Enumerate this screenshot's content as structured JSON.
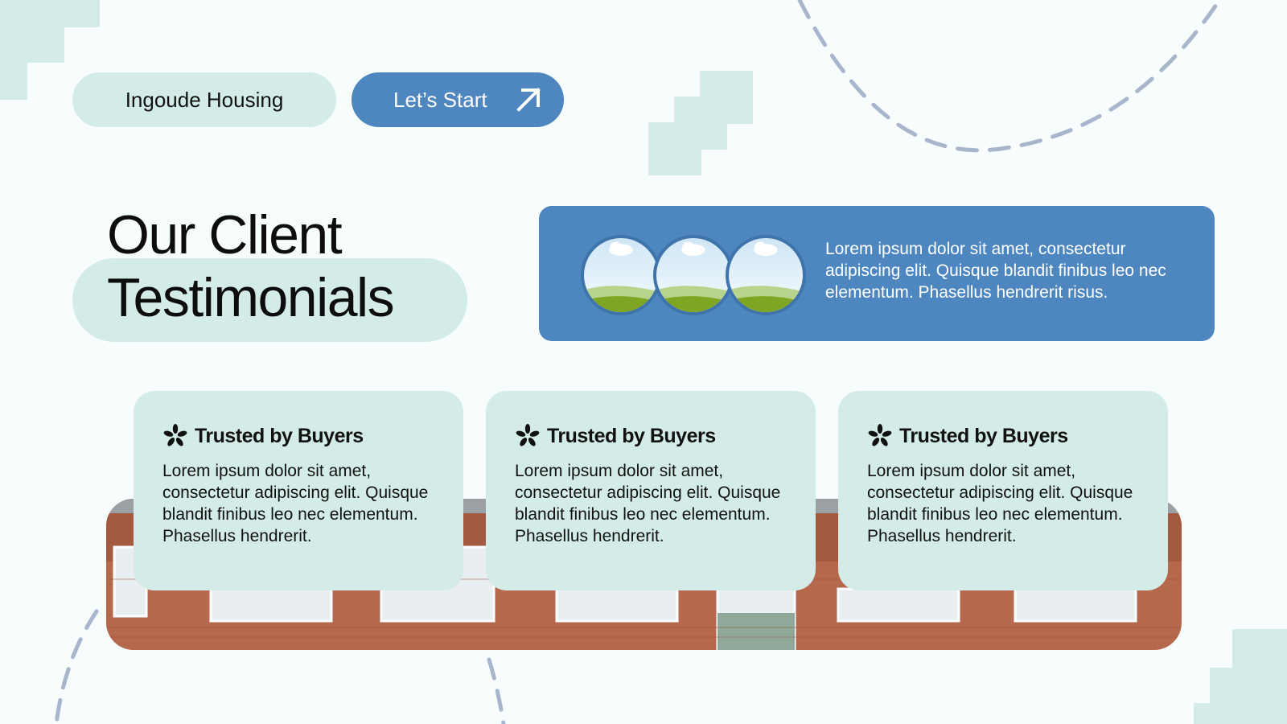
{
  "brand": {
    "name": "Ingoude Housing"
  },
  "cta": {
    "label": "Let’s Start",
    "icon": "arrow-up-right-icon"
  },
  "hero": {
    "title_line1": "Our Client",
    "title_line2": "Testimonials"
  },
  "summary": {
    "text": "Lorem ipsum dolor sit amet, consectetur adipiscing elit. Quisque blandit finibus leo nec elementum. Phasellus hendrerit risus.",
    "avatars": [
      "avatar-placeholder",
      "avatar-placeholder",
      "avatar-placeholder"
    ]
  },
  "testimonials": [
    {
      "title": "Trusted by Buyers",
      "body": "Lorem ipsum dolor sit amet, consectetur adipiscing elit. Quisque blandit finibus leo nec elementum. Phasellus hendrerit.",
      "icon": "asterisk-flower-icon"
    },
    {
      "title": "Trusted by Buyers",
      "body": "Lorem ipsum dolor sit amet, consectetur adipiscing elit. Quisque blandit finibus leo nec elementum. Phasellus hendrerit.",
      "icon": "asterisk-flower-icon"
    },
    {
      "title": "Trusted by Buyers",
      "body": "Lorem ipsum dolor sit amet, consectetur adipiscing elit. Quisque blandit finibus leo nec elementum. Phasellus hendrerit.",
      "icon": "asterisk-flower-icon"
    }
  ],
  "colors": {
    "accent_blue": "#4e86c0",
    "mint": "#d4ece7",
    "background": "#f7fcfc",
    "dash": "#a7b6cc"
  }
}
